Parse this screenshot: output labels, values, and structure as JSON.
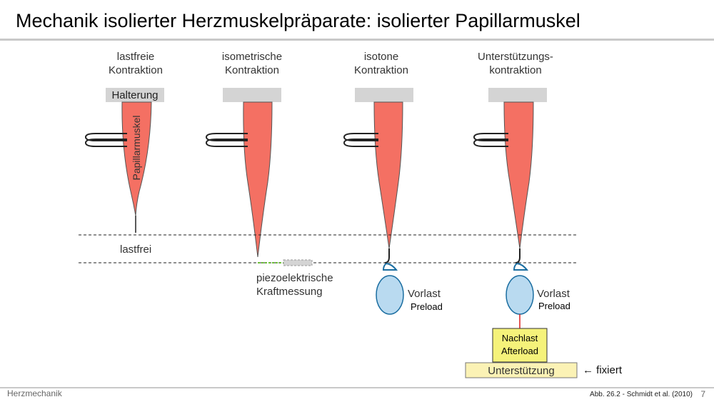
{
  "slide": {
    "title": "Mechanik isolierter Herzmuskelpräparate: isolierter Papillarmuskel",
    "footer": "Herzmechanik",
    "source": "Abb. 26.2 - Schmidt et al. (2010)",
    "page_number": "7"
  },
  "columns": [
    {
      "heading_line1": "lastfreie",
      "heading_line2": "Kontraktion"
    },
    {
      "heading_line1": "isometrische",
      "heading_line2": "Kontraktion"
    },
    {
      "heading_line1": "isotone",
      "heading_line2": "Kontraktion"
    },
    {
      "heading_line1": "Unterstützungs-",
      "heading_line2": "kontraktion"
    }
  ],
  "labels": {
    "holder": "Halterung",
    "muscle": "Papillarmuskel",
    "unloaded": "lastfrei",
    "piezo_line1": "piezoelektrische",
    "piezo_line2": "Kraftmessung",
    "preload_de": "Vorlast",
    "preload_en": "Preload",
    "afterload_de": "Nachlast",
    "afterload_en": "Afterload",
    "support": "Unterstützung",
    "fixed": "← fixiert"
  },
  "colors": {
    "muscle": "#f47063",
    "holder": "#d4d4d4",
    "weight": "#b9daf0",
    "afterload_box": "#f5f27a",
    "support_box": "#fbf2b5"
  }
}
